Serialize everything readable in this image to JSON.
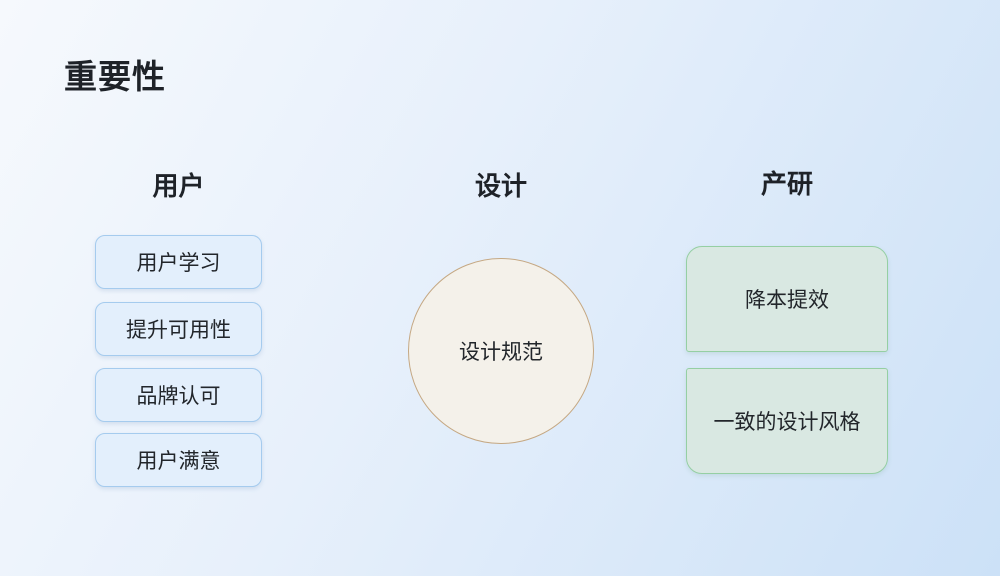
{
  "slide": {
    "title": "重要性",
    "columns": [
      {
        "header": "用户",
        "items": [
          "用户学习",
          "提升可用性",
          "品牌认可",
          "用户满意"
        ]
      },
      {
        "header": "设计",
        "circle_label": "设计规范"
      },
      {
        "header": "产研",
        "items": [
          "降本提效",
          "一致的设计风格"
        ]
      }
    ],
    "colors": {
      "background_gradient_start": "#f6f9fd",
      "background_gradient_end": "#cce1f7",
      "blue_box_fill": "#e3effc",
      "blue_box_border": "#a5cbee",
      "green_box_fill": "#d9e8e2",
      "green_box_border": "#95cfa3",
      "circle_fill": "#f4f1ea",
      "circle_border": "#c5a883",
      "text": "#22262b"
    }
  }
}
